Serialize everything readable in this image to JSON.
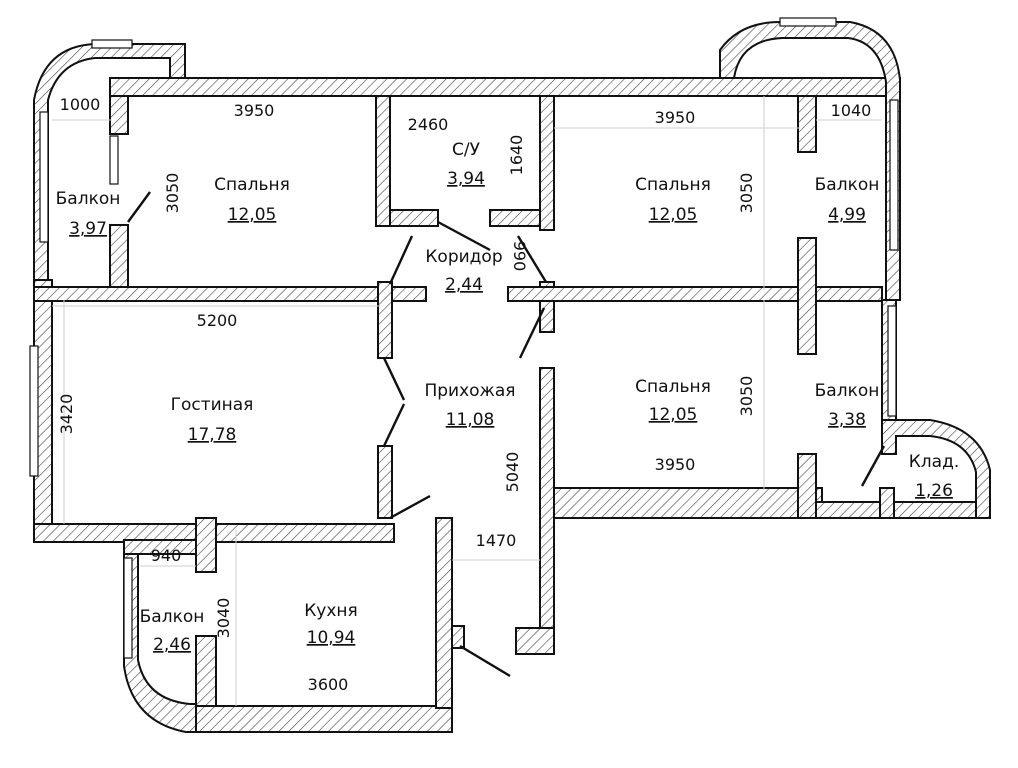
{
  "rooms": {
    "balcony_nw": {
      "name": "Балкон",
      "area": "3,97"
    },
    "bedroom_nw": {
      "name": "Спальня",
      "area": "12,05"
    },
    "bathroom": {
      "name": "С/У",
      "area": "3,94"
    },
    "corridor": {
      "name": "Коридор",
      "area": "2,44"
    },
    "bedroom_ne": {
      "name": "Спальня",
      "area": "12,05"
    },
    "balcony_ne": {
      "name": "Балкон",
      "area": "4,99"
    },
    "living": {
      "name": "Гостиная",
      "area": "17,78"
    },
    "hall": {
      "name": "Прихожая",
      "area": "11,08"
    },
    "bedroom_se": {
      "name": "Спальня",
      "area": "12,05"
    },
    "balcony_e": {
      "name": "Балкон",
      "area": "3,38"
    },
    "storage": {
      "name": "Клад.",
      "area": "1,26"
    },
    "balcony_sw": {
      "name": "Балкон",
      "area": "2,46"
    },
    "kitchen": {
      "name": "Кухня",
      "area": "10,94"
    }
  },
  "dimensions": {
    "balcony_nw_width": "1000",
    "bedroom_nw_width": "3950",
    "bedroom_nw_depth": "3050",
    "bathroom_width": "2460",
    "bathroom_depth": "1640",
    "bedroom_ne_width": "3950",
    "bedroom_ne_depth": "3050",
    "balcony_ne_width": "1040",
    "corridor_width": "990",
    "living_width": "5200",
    "living_depth": "3420",
    "bedroom_se_width": "3950",
    "bedroom_se_depth": "3050",
    "hall_length": "5040",
    "hall_width": "1470",
    "balcony_sw_width": "940",
    "kitchen_depth": "3040",
    "kitchen_width": "3600"
  }
}
